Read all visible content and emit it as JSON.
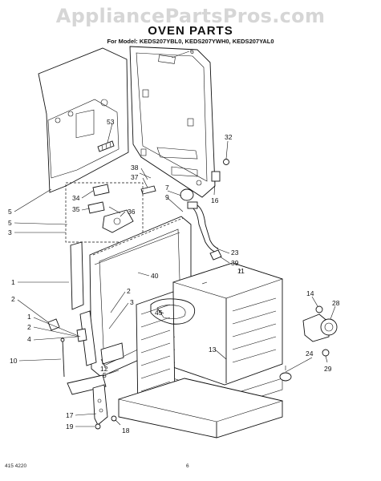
{
  "header": {
    "watermark": "AppliancePartsPros.com",
    "title": "OVEN PARTS",
    "model_line": "For Model: KEDS207YBL0, KEDS207YWH0, KEDS207YAL0"
  },
  "footer": {
    "left_code": "415 4220",
    "page_number": "6"
  },
  "callouts": [
    "6",
    "53",
    "32",
    "38",
    "37",
    "7",
    "9",
    "34",
    "35",
    "36",
    "16",
    "5",
    "5",
    "3",
    "23",
    "39",
    "11",
    "40",
    "1",
    "2",
    "2",
    "3",
    "45",
    "14",
    "28",
    "1",
    "2",
    "4",
    "13",
    "10",
    "12",
    "5",
    "24",
    "29",
    "17",
    "19",
    "18"
  ]
}
